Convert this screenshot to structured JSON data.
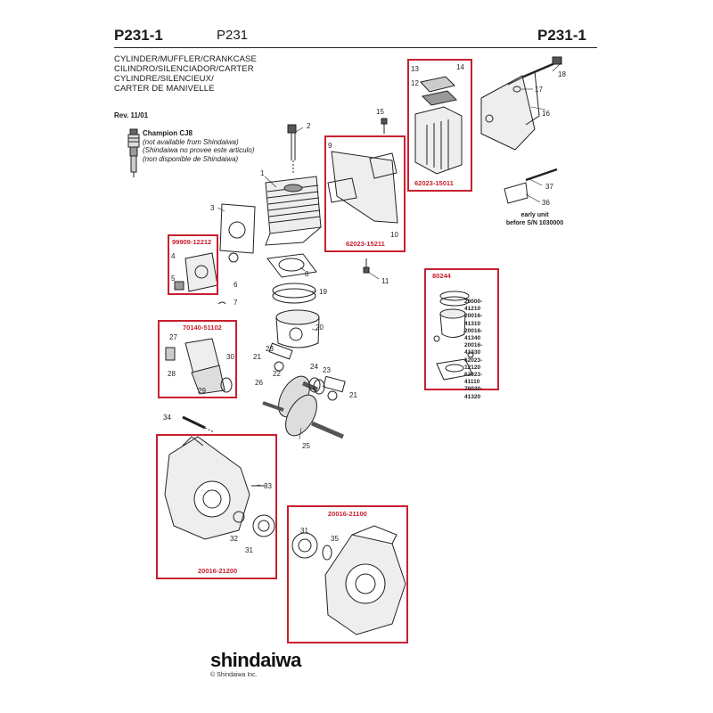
{
  "header": {
    "left_code": "P231-1",
    "model": "P231",
    "right_code": "P231-1"
  },
  "title_lines": [
    "CYLINDER/MUFFLER/CRANKCASE",
    "CILINDRO/SILENCIADOR/CARTER",
    "CYLINDRE/SILENCIEUX/",
    "CARTER DE MANIVELLE"
  ],
  "revision": "Rev. 11/01",
  "spark_plug": {
    "name": "Champion CJ8",
    "notes": [
      "(not available from Shindaiwa)",
      "(Shindaiwa no provee este articulo)",
      "(non disponible de Shindaiwa)"
    ]
  },
  "kits": [
    {
      "id": "muffler",
      "part_number": "62023-15011"
    },
    {
      "id": "gasket-plate",
      "part_number": "62023-15211"
    },
    {
      "id": "carb-adapter",
      "part_number": "99909-12212"
    },
    {
      "id": "piston-kit",
      "part_number": "80244",
      "contents": [
        "20000-41210",
        "20016-41310",
        "20016-41340",
        "20016-41330",
        "62023-12120",
        "62023-41110",
        "70030-41320"
      ]
    },
    {
      "id": "ignition",
      "part_number": "70140-51102"
    },
    {
      "id": "crankcase-left",
      "part_number": "20016-21200"
    },
    {
      "id": "crankcase-right",
      "part_number": "20016-21100"
    }
  ],
  "early_unit_note": [
    "early unit",
    "before S/N 1030000"
  ],
  "callouts": [
    "1",
    "2",
    "3",
    "4",
    "5",
    "6",
    "7",
    "8",
    "9",
    "10",
    "11",
    "12",
    "13",
    "14",
    "15",
    "16",
    "17",
    "18",
    "19",
    "20",
    "21",
    "22",
    "23",
    "24",
    "25",
    "26",
    "27",
    "28",
    "29",
    "30",
    "31",
    "32",
    "33",
    "34",
    "35",
    "36",
    "37"
  ],
  "brand": {
    "logo": "shindaiwa",
    "copyright": "© Shindaiwa Inc."
  },
  "colors": {
    "kit_border": "#c8202f",
    "text": "#1a1a1a"
  }
}
